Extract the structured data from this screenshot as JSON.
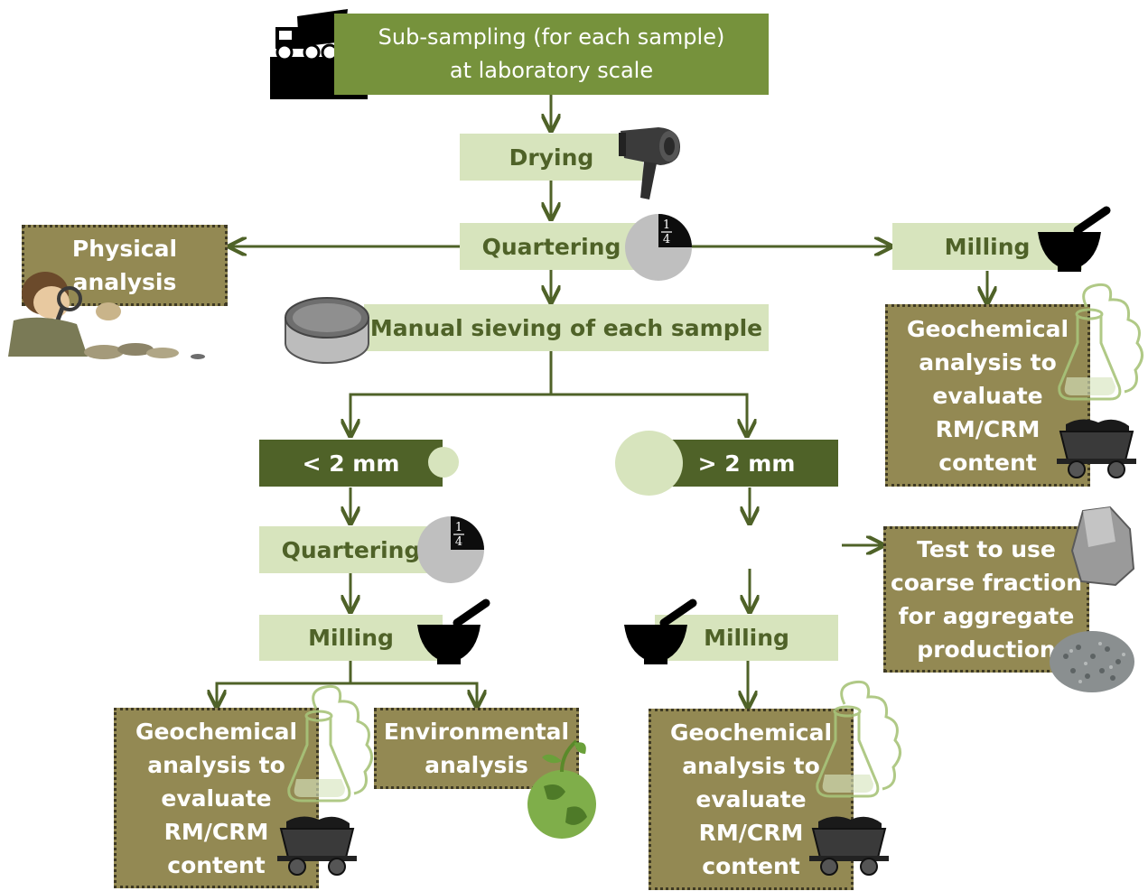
{
  "colors": {
    "dark_green": "#4f6228",
    "mid_green": "#76923c",
    "light_green": "#d7e4bd",
    "olive": "#938953",
    "arrow": "#4f6228"
  },
  "nodes": {
    "subsampling": "Sub-sampling (for each sample)\nat laboratory scale",
    "drying": "Drying",
    "quartering_top": "Quartering",
    "physical_analysis": "Physical\nanalysis",
    "milling_right": "Milling",
    "geo_right": "Geochemical\nanalysis to\nevaluate\nRM/CRM\ncontent",
    "sieving": "Manual sieving of each sample",
    "fine_fraction": "< 2 mm",
    "coarse_fraction": "> 2 mm",
    "test_coarse": "Test to use\ncoarse fraction\nfor aggregate\nproduction",
    "quartering_fine": "Quartering",
    "milling_fine": "Milling",
    "milling_coarse": "Milling",
    "geo_fine": "Geochemical\nanalysis to\nevaluate\nRM/CRM\ncontent",
    "environmental": "Environmental\nanalysis",
    "geo_coarse": "Geochemical\nanalysis to\nevaluate\nRM/CRM\ncontent"
  },
  "quarter_fraction": {
    "numerator": "1",
    "denominator": "4"
  },
  "icons": [
    "dump-truck-icon",
    "hair-dryer-icon",
    "quarter-pie-icon",
    "mortar-pestle-icon",
    "sieve-icon",
    "magnifier-person-icon",
    "flask-icon",
    "mine-cart-icon",
    "rock-icon",
    "gravel-icon",
    "globe-plant-icon"
  ]
}
